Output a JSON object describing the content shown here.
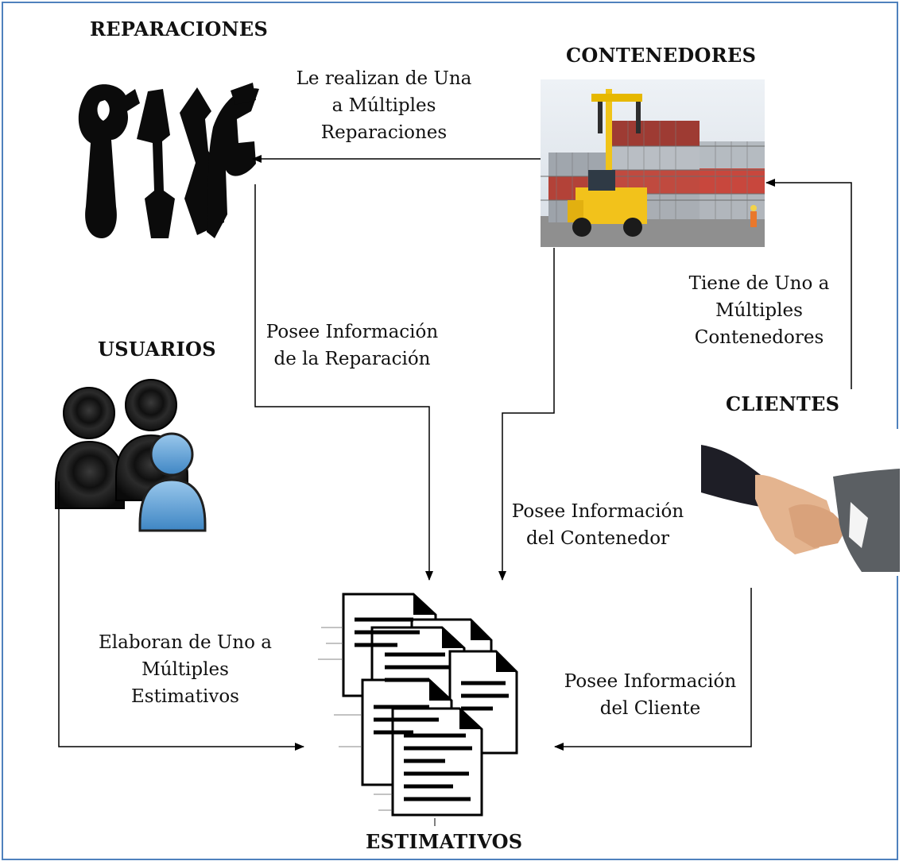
{
  "entities": {
    "reparaciones": "REPARACIONES",
    "contenedores": "CONTENEDORES",
    "usuarios": "USUARIOS",
    "clientes": "CLIENTES",
    "estimativos": "ESTIMATIVOS"
  },
  "relations": {
    "contenedores_reparaciones": [
      "Le realizan de Una",
      "a Múltiples",
      "Reparaciones"
    ],
    "reparaciones_estimativos": [
      "Posee Información",
      "de la Reparación"
    ],
    "clientes_contenedores": [
      "Tiene de Uno a",
      "Múltiples",
      "Contenedores"
    ],
    "contenedores_estimativos": [
      "Posee Información",
      "del Contenedor"
    ],
    "usuarios_estimativos": [
      "Elaboran de Uno a",
      "Múltiples",
      "Estimativos"
    ],
    "clientes_estimativos": [
      "Posee Información",
      "del Cliente"
    ]
  },
  "icons": {
    "reparaciones": "wrench-screwdriver-icon",
    "contenedores": "container-yard-photo",
    "usuarios": "users-group-icon",
    "clientes": "handshake-photo",
    "estimativos": "documents-stack-icon"
  },
  "colors": {
    "frame": "#4f81bd",
    "arrows": "#000000"
  }
}
